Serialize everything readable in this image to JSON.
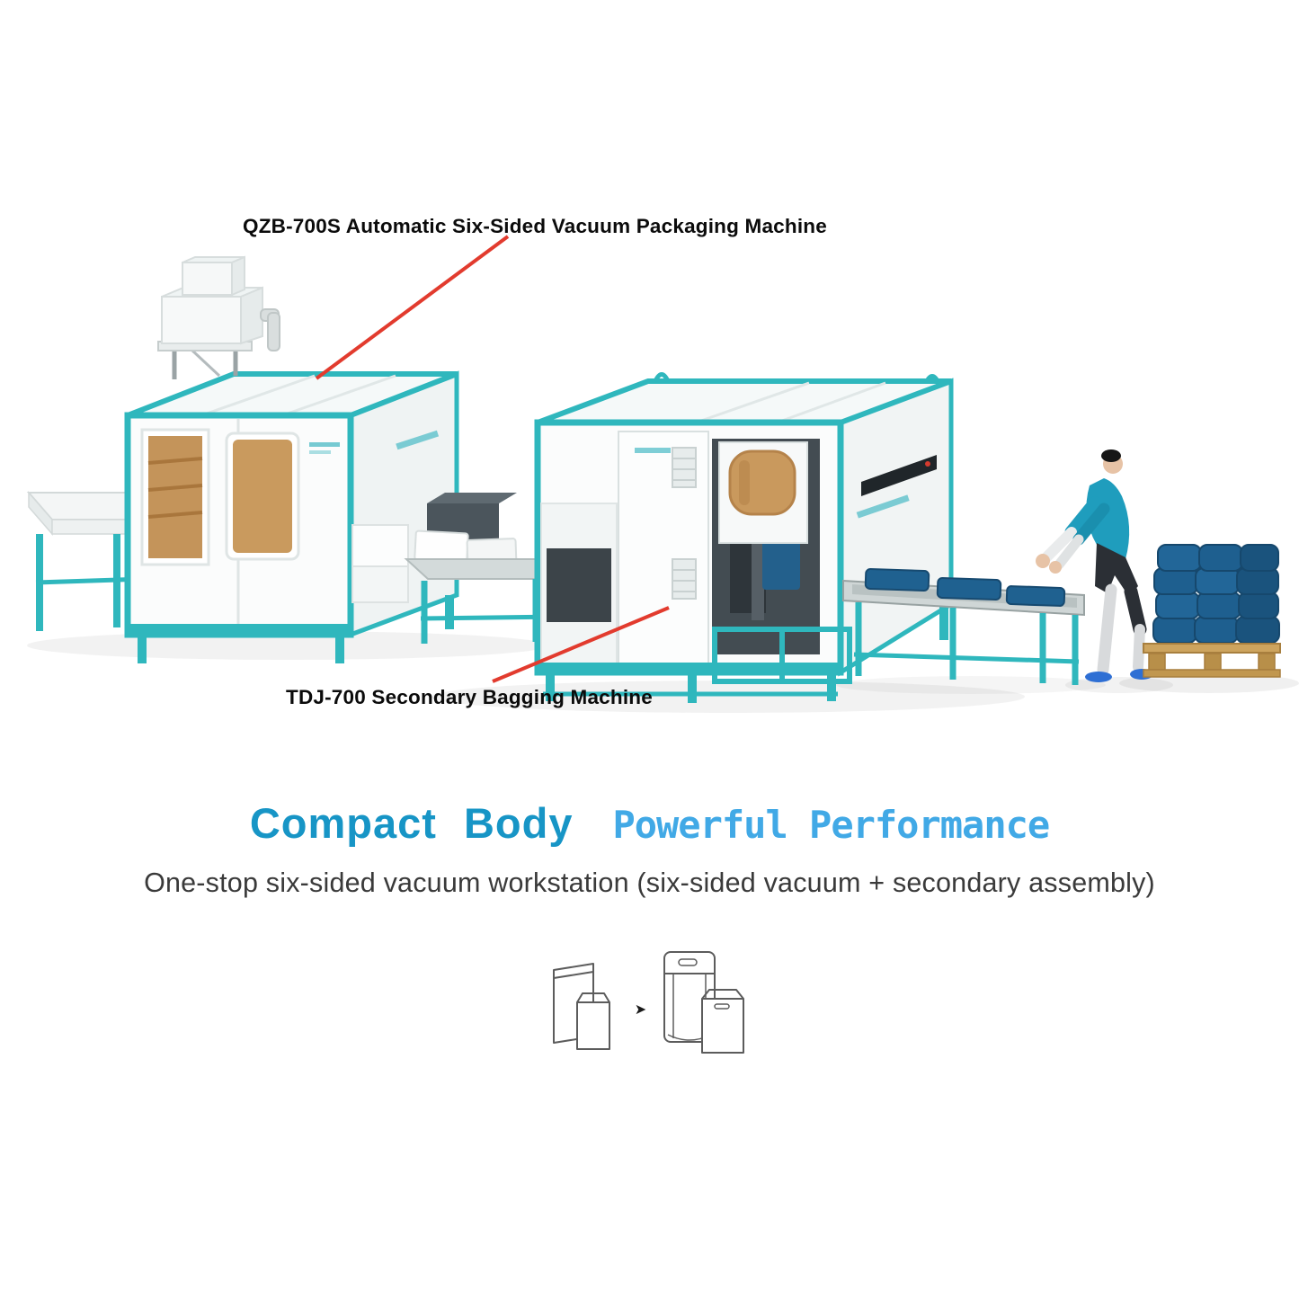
{
  "page": {
    "background": "#ffffff"
  },
  "annotations": {
    "qzb_label": "QZB-700S Automatic Six-Sided Vacuum Packaging Machine",
    "tdj_label": "TDJ-700 Secondary Bagging Machine"
  },
  "headline": {
    "part1": "Compact Body",
    "part2": "Powerful Performance"
  },
  "subtitle": "One-stop six-sided vacuum workstation (six-sided vacuum + secondary assembly)",
  "icons": {
    "arrow": "➤",
    "left_graphic": "flat-vacuum-bag-icon",
    "right_graphic": "secondary-bag-icon"
  },
  "colors": {
    "machine_teal": "#2fb7bd",
    "annotation_red": "#e23b2e",
    "headline_teal": "#1795c6",
    "headline_blue": "#41a9e6",
    "bag_blue": "#1e5f8f",
    "window_amber": "#c4945a"
  }
}
